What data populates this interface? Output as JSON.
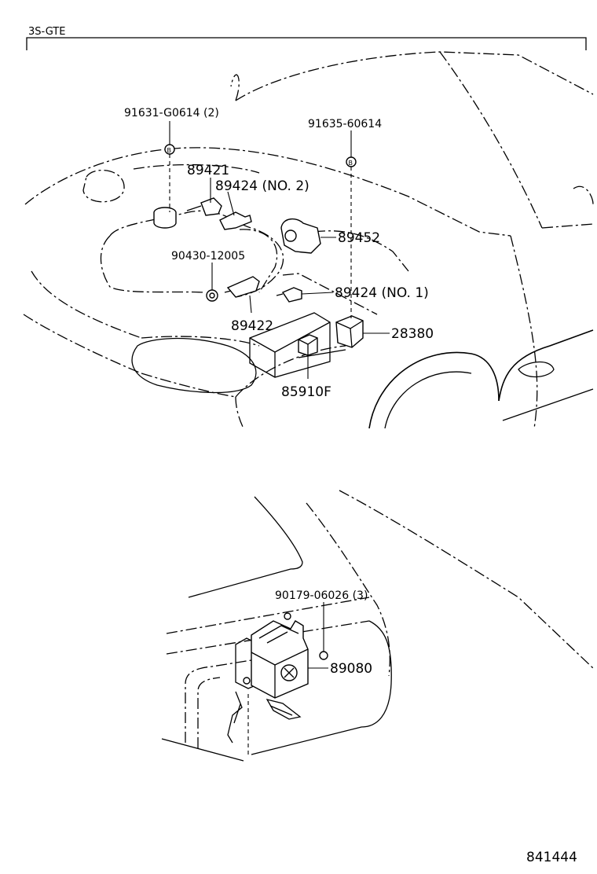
{
  "engine_label": "3S-GTE",
  "figure_number": "841444",
  "callouts": {
    "c91631": "91631-G0614 (2)",
    "c91635": "91635-60614",
    "c89421": "89421",
    "c89424_no2": "89424 (NO. 2)",
    "c89452": "89452",
    "c90430": "90430-12005",
    "c89424_no1": "89424 (NO. 1)",
    "c89422": "89422",
    "c28380": "28380",
    "c85910f": "85910F",
    "c90179": "90179-06026 (3)",
    "c89080": "89080"
  },
  "bolt_symbol": "B"
}
